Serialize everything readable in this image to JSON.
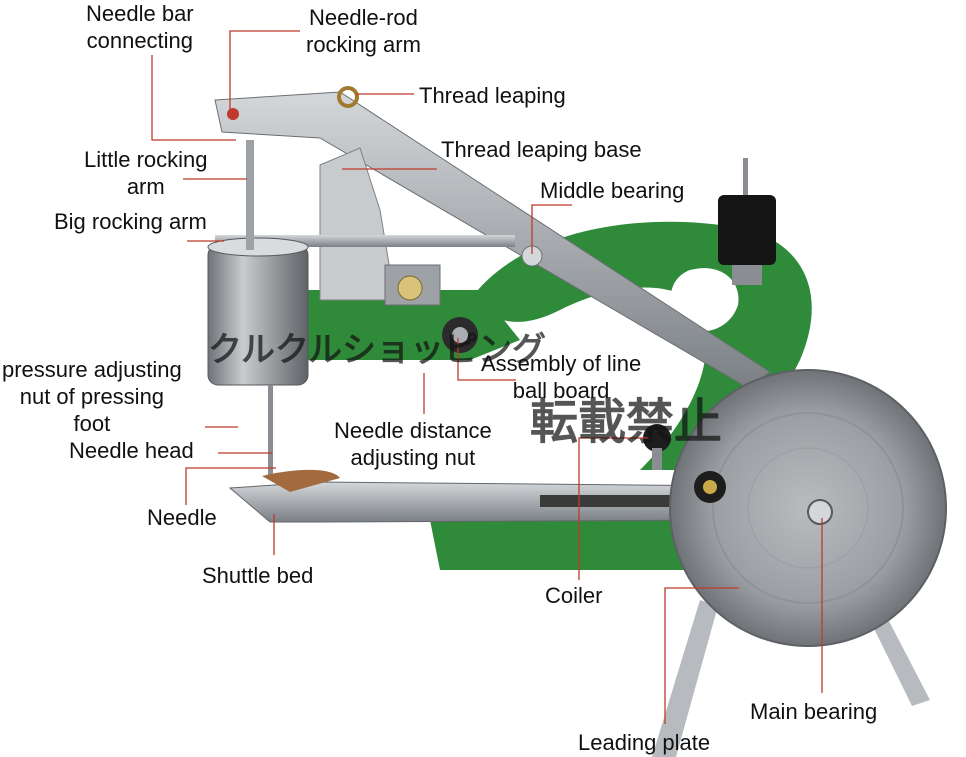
{
  "labels": {
    "needle_bar_connecting": "Needle bar\nconnecting",
    "needle_rod_rocking_arm": "Needle-rod\nrocking arm",
    "thread_leaping": "Thread leaping",
    "thread_leaping_base": "Thread leaping base",
    "little_rocking_arm": "Little rocking\narm",
    "middle_bearing": "Middle bearing",
    "big_rocking_arm": "Big rocking arm",
    "pressure_adjusting_nut": "pressure adjusting\nnut of pressing\nfoot",
    "assembly_of_line_ball_board": "Assembly of line\nball board",
    "needle_head": "Needle head",
    "needle_distance_adjusting_nut": "Needle distance\nadjusting nut",
    "needle": "Needle",
    "shuttle_bed": "Shuttle bed",
    "coiler": "Coiler",
    "main_bearing": "Main bearing",
    "leading_plate": "Leading plate"
  },
  "watermark": {
    "line1": "クルクルショッピング",
    "line2": "転載禁止"
  },
  "colors": {
    "leader_line": "#c0392b",
    "label_text": "#111111",
    "machine_green": "#2f8a3a",
    "metal": "#a9adb1"
  }
}
